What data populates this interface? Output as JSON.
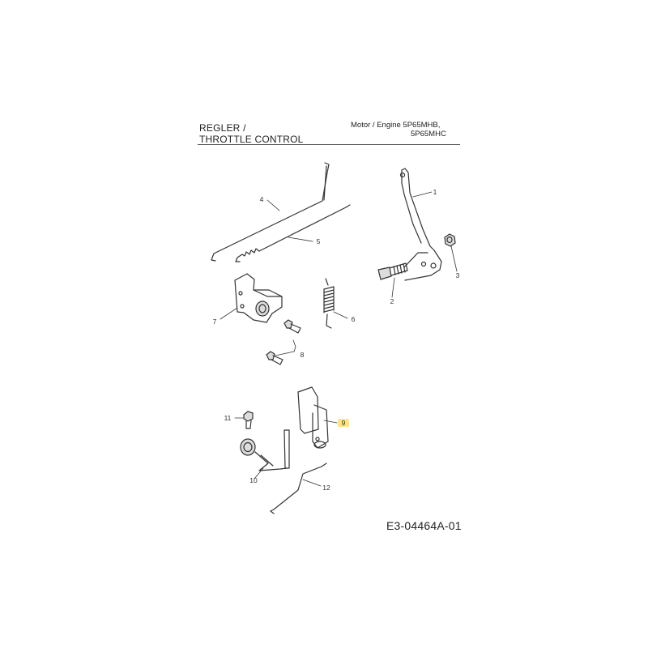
{
  "header": {
    "title_line1": "REGLER /",
    "title_line2": "THROTTLE CONTROL",
    "engine_label": "Motor  / Engine  5P65MHB,",
    "engine_label2": "5P65MHC"
  },
  "drawing_code": "E3-04464A-01",
  "callouts": [
    "1",
    "2",
    "3",
    "4",
    "5",
    "6",
    "7",
    "8",
    "9",
    "10",
    "11",
    "12"
  ],
  "highlighted_callout": "9",
  "colors": {
    "line": "#333333",
    "highlight": "#ffe680",
    "part_fill": "#dcdcdc"
  }
}
